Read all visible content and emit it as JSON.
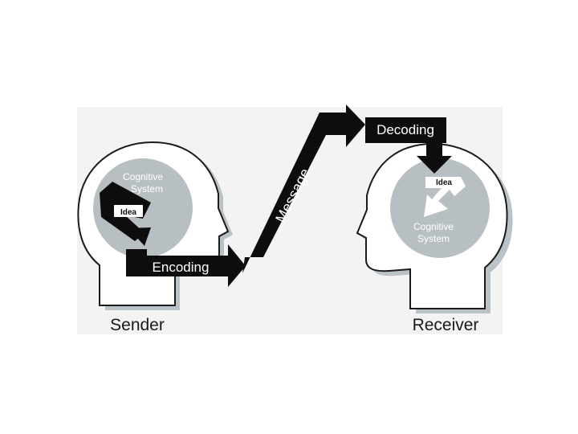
{
  "sender": {
    "label": "Sender",
    "circle_label_line1": "Cognitive",
    "circle_label_line2": "System",
    "idea_label": "Idea"
  },
  "receiver": {
    "label": "Receiver",
    "circle_label_line1": "Cognitive",
    "circle_label_line2": "System",
    "idea_label": "Idea"
  },
  "flow": {
    "encoding_label": "Encoding",
    "message_label": "Message",
    "decoding_label": "Decoding"
  },
  "colors": {
    "panel": "#f3f3f3",
    "head_shadow": "#b9c2c6",
    "head_fill": "#ffffff",
    "head_outline": "#1a1a1a",
    "cognitive_circle": "#b8bfc2",
    "arrow": "#0d0d0d",
    "idea_fill": "#ffffff"
  }
}
